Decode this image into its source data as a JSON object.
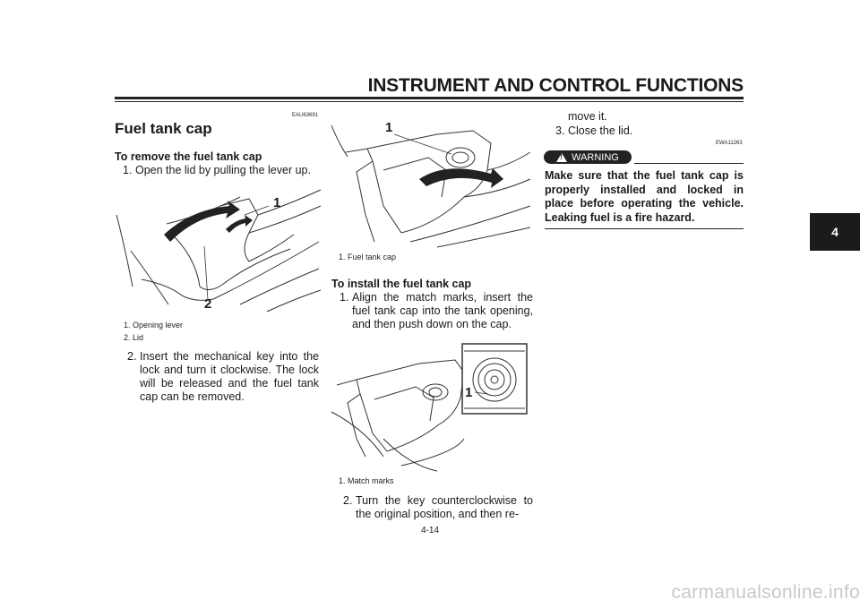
{
  "header": {
    "title": "INSTRUMENT AND CONTROL FUNCTIONS",
    "chapter": "4"
  },
  "section": {
    "code": "EAU63691",
    "title": "Fuel tank cap",
    "remove": {
      "heading": "To remove the fuel tank cap",
      "step1_num": "1.",
      "step1": "Open the lid by pulling the lever up.",
      "fig_label_1": "1",
      "fig_label_2": "2",
      "caption1": "1.  Opening lever",
      "caption2": "2.  Lid",
      "step2_num": "2.",
      "step2": "Insert the mechanical key into the lock and turn it clockwise. The lock will be released and the fuel tank cap can be removed."
    },
    "fig2": {
      "label": "1",
      "caption": "1.  Fuel tank cap"
    },
    "install": {
      "heading": "To install the fuel tank cap",
      "step1_num": "1.",
      "step1": "Align the match marks, insert the fuel tank cap into the tank opening, and then push down on the cap.",
      "fig_label": "1",
      "caption": "1.  Match marks",
      "step2_num": "2.",
      "step2_a": "Turn the key counterclockwise to the original position, and then re-",
      "step2_b": "move it.",
      "step3_num": "3.",
      "step3": "Close the lid."
    },
    "warning": {
      "code": "EWA11263",
      "badge": "WARNING",
      "text": "Make sure that the fuel tank cap is properly installed and locked in place before operating the vehicle. Leaking fuel is a fire hazard."
    }
  },
  "page_number": "4-14",
  "watermark": "carmanualsonline.info"
}
